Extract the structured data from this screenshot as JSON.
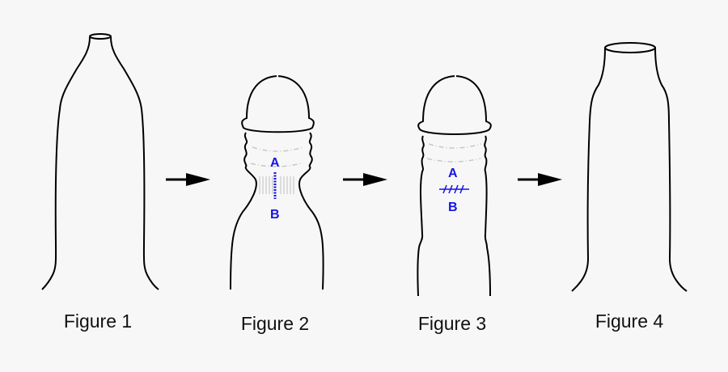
{
  "figures": [
    {
      "label": "Figure 1"
    },
    {
      "label": "Figure 2",
      "marker_a": "A",
      "marker_b": "B"
    },
    {
      "label": "Figure 3",
      "marker_a": "A",
      "marker_b": "B"
    },
    {
      "label": "Figure 4"
    }
  ],
  "arrows": [
    "arrow-1-to-2",
    "arrow-2-to-3",
    "arrow-3-to-4"
  ],
  "colors": {
    "outline": "#000000",
    "marker": "#1414e6",
    "guide": "#c8c8c8",
    "background": "#f7f7f7"
  }
}
